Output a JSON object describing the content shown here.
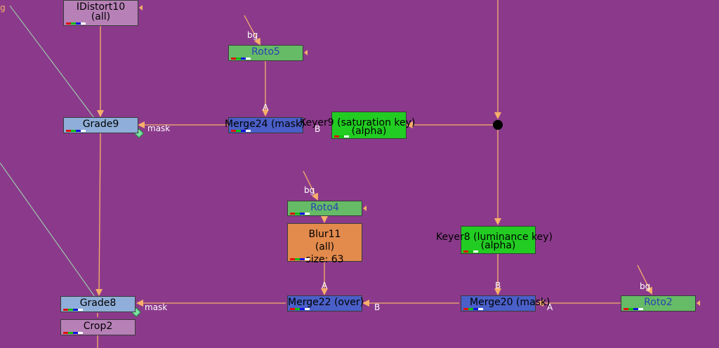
{
  "nodes": {
    "idistort": {
      "label": "IDistort10",
      "sub": "(all)",
      "color": "#b781b7"
    },
    "roto5": {
      "label": "Roto5",
      "color": "#66bb66"
    },
    "grade9": {
      "label": "Grade9",
      "color": "#8faed9"
    },
    "merge24": {
      "label": "Merge24 (mask)",
      "color": "#4a5fc8"
    },
    "keyer9": {
      "label": "Keyer9 (saturation key)",
      "sub": "(alpha)",
      "color": "#22cc22"
    },
    "roto4": {
      "label": "Roto4",
      "color": "#66bb66"
    },
    "blur11": {
      "label": "Blur11",
      "sub": "(all)",
      "extra": "size: 63",
      "color": "#e38a4d"
    },
    "keyer8": {
      "label": "Keyer8 (luminance key)",
      "sub": "(alpha)",
      "color": "#22cc22"
    },
    "grade8": {
      "label": "Grade8",
      "color": "#8faed9"
    },
    "crop2": {
      "label": "Crop2",
      "color": "#b781b7"
    },
    "merge22": {
      "label": "Merge22 (over)",
      "color": "#4a5fc8"
    },
    "merge20": {
      "label": "Merge20 (mask)",
      "color": "#4a5fc8"
    },
    "roto2": {
      "label": "Roto2",
      "color": "#66bb66"
    }
  },
  "inputs": {
    "bg": "bg",
    "mask": "mask",
    "a": "A",
    "b": "B",
    "g": "g"
  },
  "colors": {
    "background": "#8b3a8b",
    "pipe": "#f7b06a",
    "expression_link": "#9ee0b0"
  }
}
